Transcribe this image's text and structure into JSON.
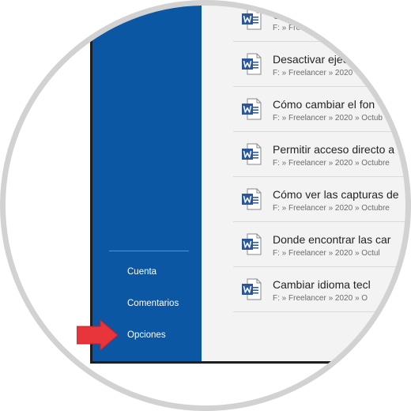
{
  "sidebar": {
    "items": [
      {
        "label": "Cuenta"
      },
      {
        "label": "Comentarios"
      },
      {
        "label": "Opciones"
      }
    ]
  },
  "documents": [
    {
      "title": "Cómo",
      "path": "F: » Freelancer"
    },
    {
      "title": "Desactivar ejecu",
      "path": "F: » Freelancer » 2020"
    },
    {
      "title": "Cómo cambiar el fon",
      "path": "F: » Freelancer » 2020 » Octub"
    },
    {
      "title": "Permitir acceso directo a",
      "path": "F: » Freelancer » 2020 » Octubre"
    },
    {
      "title": "Cómo ver las capturas de",
      "path": "F: » Freelancer » 2020 » Octubre"
    },
    {
      "title": "Donde encontrar las car",
      "path": "F: » Freelancer » 2020 » Octul"
    },
    {
      "title": "Cambiar idioma tecl",
      "path": "F: » Freelancer » 2020 » O"
    }
  ],
  "icons": {
    "document": "word-document-icon",
    "pointer": "red-arrow-icon"
  },
  "colors": {
    "sidebar": "#0b57a4",
    "word_blue": "#2b579a",
    "arrow_red": "#e8343b",
    "content_bg": "#f3f3f3"
  }
}
